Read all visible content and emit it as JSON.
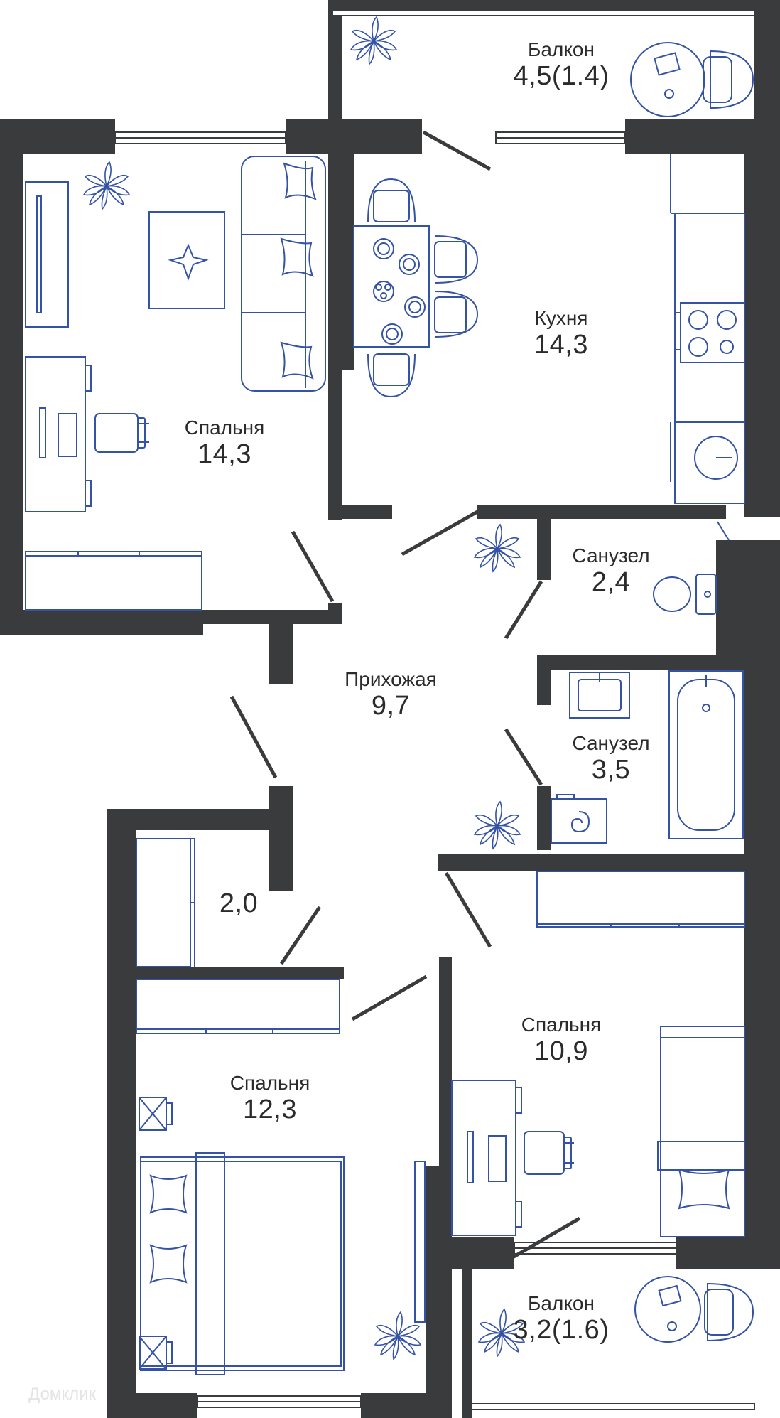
{
  "rooms": {
    "balcony_top": {
      "name": "Балкон",
      "area": "4,5(1.4)"
    },
    "kitchen": {
      "name": "Кухня",
      "area": "14,3"
    },
    "bedroom_left": {
      "name": "Спальня",
      "area": "14,3"
    },
    "bath_small": {
      "name": "Санузел",
      "area": "2,4"
    },
    "hall": {
      "name": "Прихожая",
      "area": "9,7"
    },
    "bath_large": {
      "name": "Санузел",
      "area": "3,5"
    },
    "closet": {
      "name": "",
      "area": "2,0"
    },
    "bedroom_right": {
      "name": "Спальня",
      "area": "10,9"
    },
    "bedroom_bottom": {
      "name": "Спальня",
      "area": "12,3"
    },
    "balcony_bottom": {
      "name": "Балкон",
      "area": "3,2(1.6)"
    }
  },
  "watermark": "Домклик",
  "colors": {
    "wall": "#3a3b3d",
    "furniture": "#3553a5",
    "plant": "#3553a5",
    "text": "#2b2b2b"
  },
  "icons": [
    "plant-icon",
    "table-icon",
    "sofa-icon",
    "chair-icon",
    "stove-icon",
    "sink-icon",
    "toilet-icon",
    "bathtub-icon",
    "washing-machine-icon",
    "bed-icon",
    "wardrobe-icon",
    "desk-icon",
    "tv-icon",
    "door-icon",
    "window-icon"
  ]
}
